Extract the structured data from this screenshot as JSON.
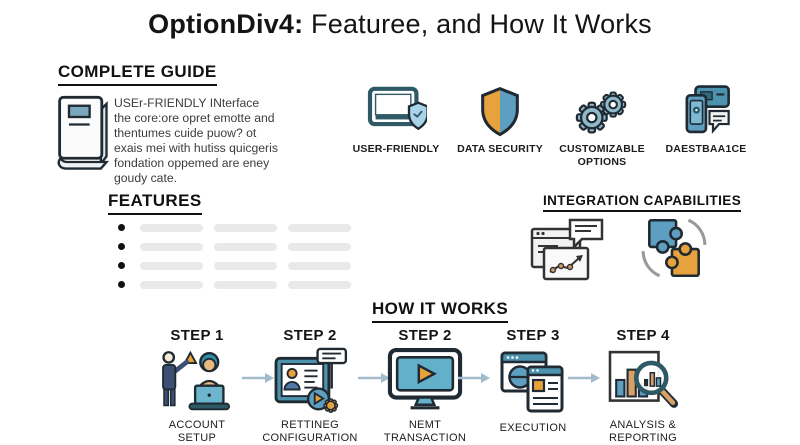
{
  "title": {
    "brand": "OptionDiv4:",
    "rest": " Featuree, and How It Works"
  },
  "complete_guide": {
    "heading": "COMPLETE GUIDE",
    "lines": [
      "USEr-FRIENDLY INterface",
      "the core:ore opret emotte and",
      "thentumes cuide puow? ot",
      "exais mei with hutiss quicgeris",
      "fondation oppemed are eney",
      "goudy cate."
    ]
  },
  "feature_badges": [
    {
      "icon": "monitor-shield-icon",
      "label": "USER-FRIENDLY"
    },
    {
      "icon": "shield-icon",
      "label": "DATA SECURITY"
    },
    {
      "icon": "gears-icon",
      "label": "CUSTOMIZABLE\nOPTIONS"
    },
    {
      "icon": "phone-chat-icon",
      "label": "DAESTBAA1CE"
    }
  ],
  "features": {
    "heading": "FEATURES",
    "placeholder_rows": 4,
    "bars_per_row": 3
  },
  "integration": {
    "heading": "INTEGRATION CAPABILITIES",
    "icons": [
      "chart-windows-icon",
      "puzzle-icon"
    ]
  },
  "how_it_works": {
    "heading": "HOW IT WORKS",
    "steps": [
      {
        "step": "STEP 1",
        "icon": "people-icon",
        "label": "ACCOUNT\nSETUP"
      },
      {
        "step": "STEP 2",
        "icon": "id-card-icon",
        "label": "RETTINEG\nCONFIGURATION"
      },
      {
        "step": "STEP 2",
        "icon": "video-player-icon",
        "label": "NEMT\nTRANSACTION"
      },
      {
        "step": "STEP 3",
        "icon": "browser-windows-icon",
        "label": "EXECUTION"
      },
      {
        "step": "STEP 4",
        "icon": "chart-magnifier-icon",
        "label": "ANALYSIS &\nREPORTING"
      }
    ]
  },
  "colors": {
    "outline": "#1f2a33",
    "accent_blue": "#5e9ec0",
    "accent_teal": "#4e93ad",
    "accent_light_blue": "#a9d3e6",
    "accent_orange": "#e8a23d",
    "placeholder_bar": "#e9e9e9",
    "arrow": "#a2bccd"
  }
}
